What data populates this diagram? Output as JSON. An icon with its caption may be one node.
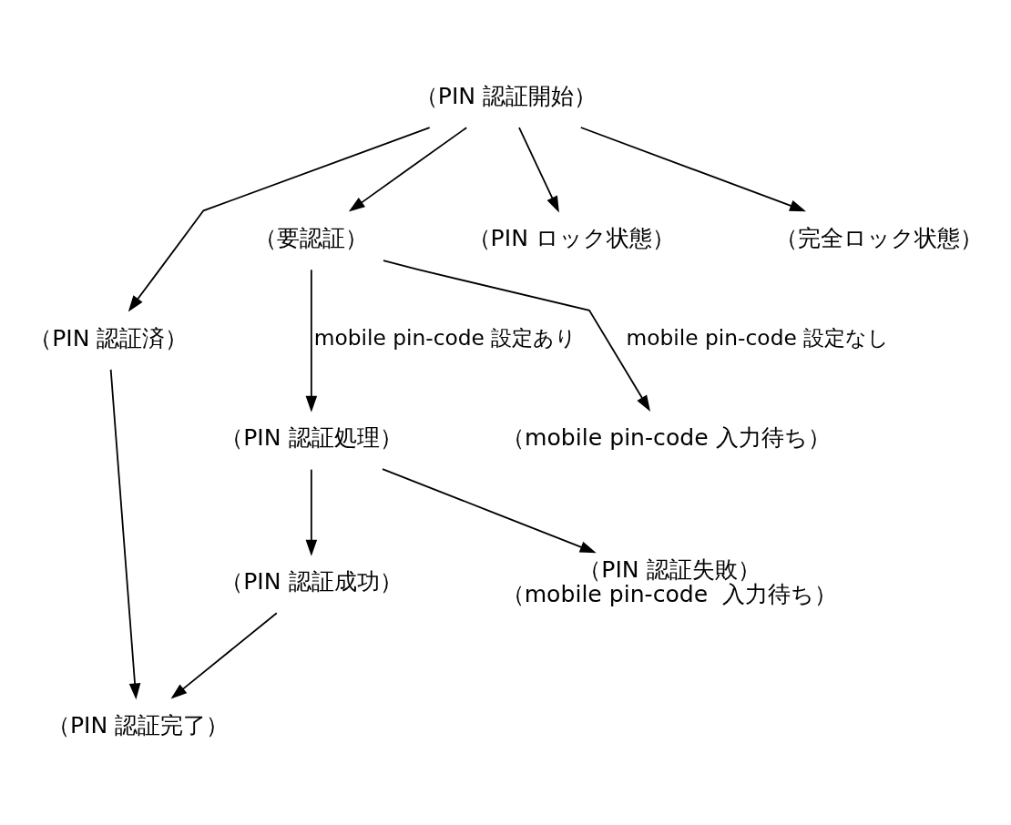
{
  "diagram": {
    "nodes": [
      {
        "text": [
          "（PIN 認証開始）"
        ]
      },
      {
        "text": [
          "（PIN 認証済）"
        ]
      },
      {
        "text": [
          "（要認証）"
        ]
      },
      {
        "text": [
          "（PIN ロック状態）"
        ]
      },
      {
        "text": [
          "（完全ロック状態）"
        ]
      },
      {
        "text": [
          "（PIN 認証処理）"
        ]
      },
      {
        "text": [
          "（mobile pin-code 入力待ち）"
        ]
      },
      {
        "text": [
          "（PIN 認証成功）"
        ]
      },
      {
        "text": [
          "（PIN 認証失敗）",
          "（mobile pin-code  入力待ち）"
        ]
      },
      {
        "text": [
          "（PIN 認証完了）"
        ]
      }
    ],
    "edges": [
      {
        "from": 0,
        "to": 1,
        "arrow": "to"
      },
      {
        "from": 0,
        "to": 2,
        "arrow": "to"
      },
      {
        "from": 0,
        "to": 3,
        "arrow": "to"
      },
      {
        "from": 0,
        "to": 4,
        "arrow": "to"
      },
      {
        "from": 2,
        "to": 5,
        "arrow": "to",
        "label": "mobile pin-code 設定あり"
      },
      {
        "from": 2,
        "to": 6,
        "arrow": "to",
        "label": "mobile pin-code 設定なし"
      },
      {
        "from": 5,
        "to": 7,
        "arrow": "to"
      },
      {
        "from": 5,
        "to": 8,
        "arrow": "to"
      },
      {
        "from": 1,
        "to": 9,
        "arrow": "to"
      },
      {
        "from": 7,
        "to": 9,
        "arrow": "to"
      }
    ]
  }
}
